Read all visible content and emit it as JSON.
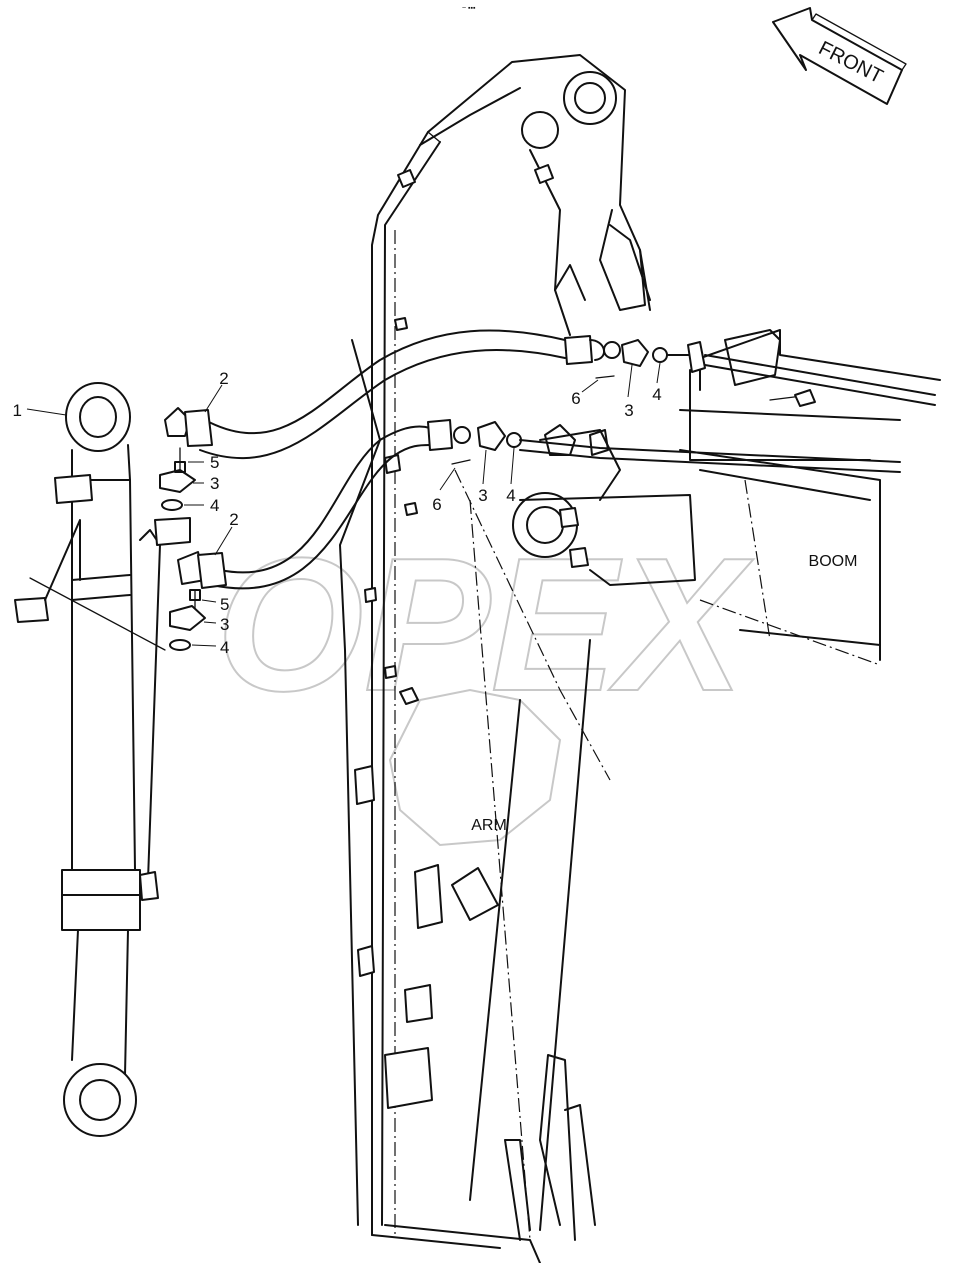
{
  "diagram": {
    "direction_label": "FRONT",
    "region_labels": {
      "boom": "BOOM",
      "arm": "ARM"
    },
    "watermark": "OPEX",
    "callouts": {
      "c1": "1",
      "c2a": "2",
      "c2b": "2",
      "c3a": "3",
      "c3b": "3",
      "c3c": "3",
      "c3d": "3",
      "c4a": "4",
      "c4b": "4",
      "c4c": "4",
      "c4d": "4",
      "c5a": "5",
      "c5b": "5",
      "c6a": "6",
      "c6b": "6"
    }
  }
}
